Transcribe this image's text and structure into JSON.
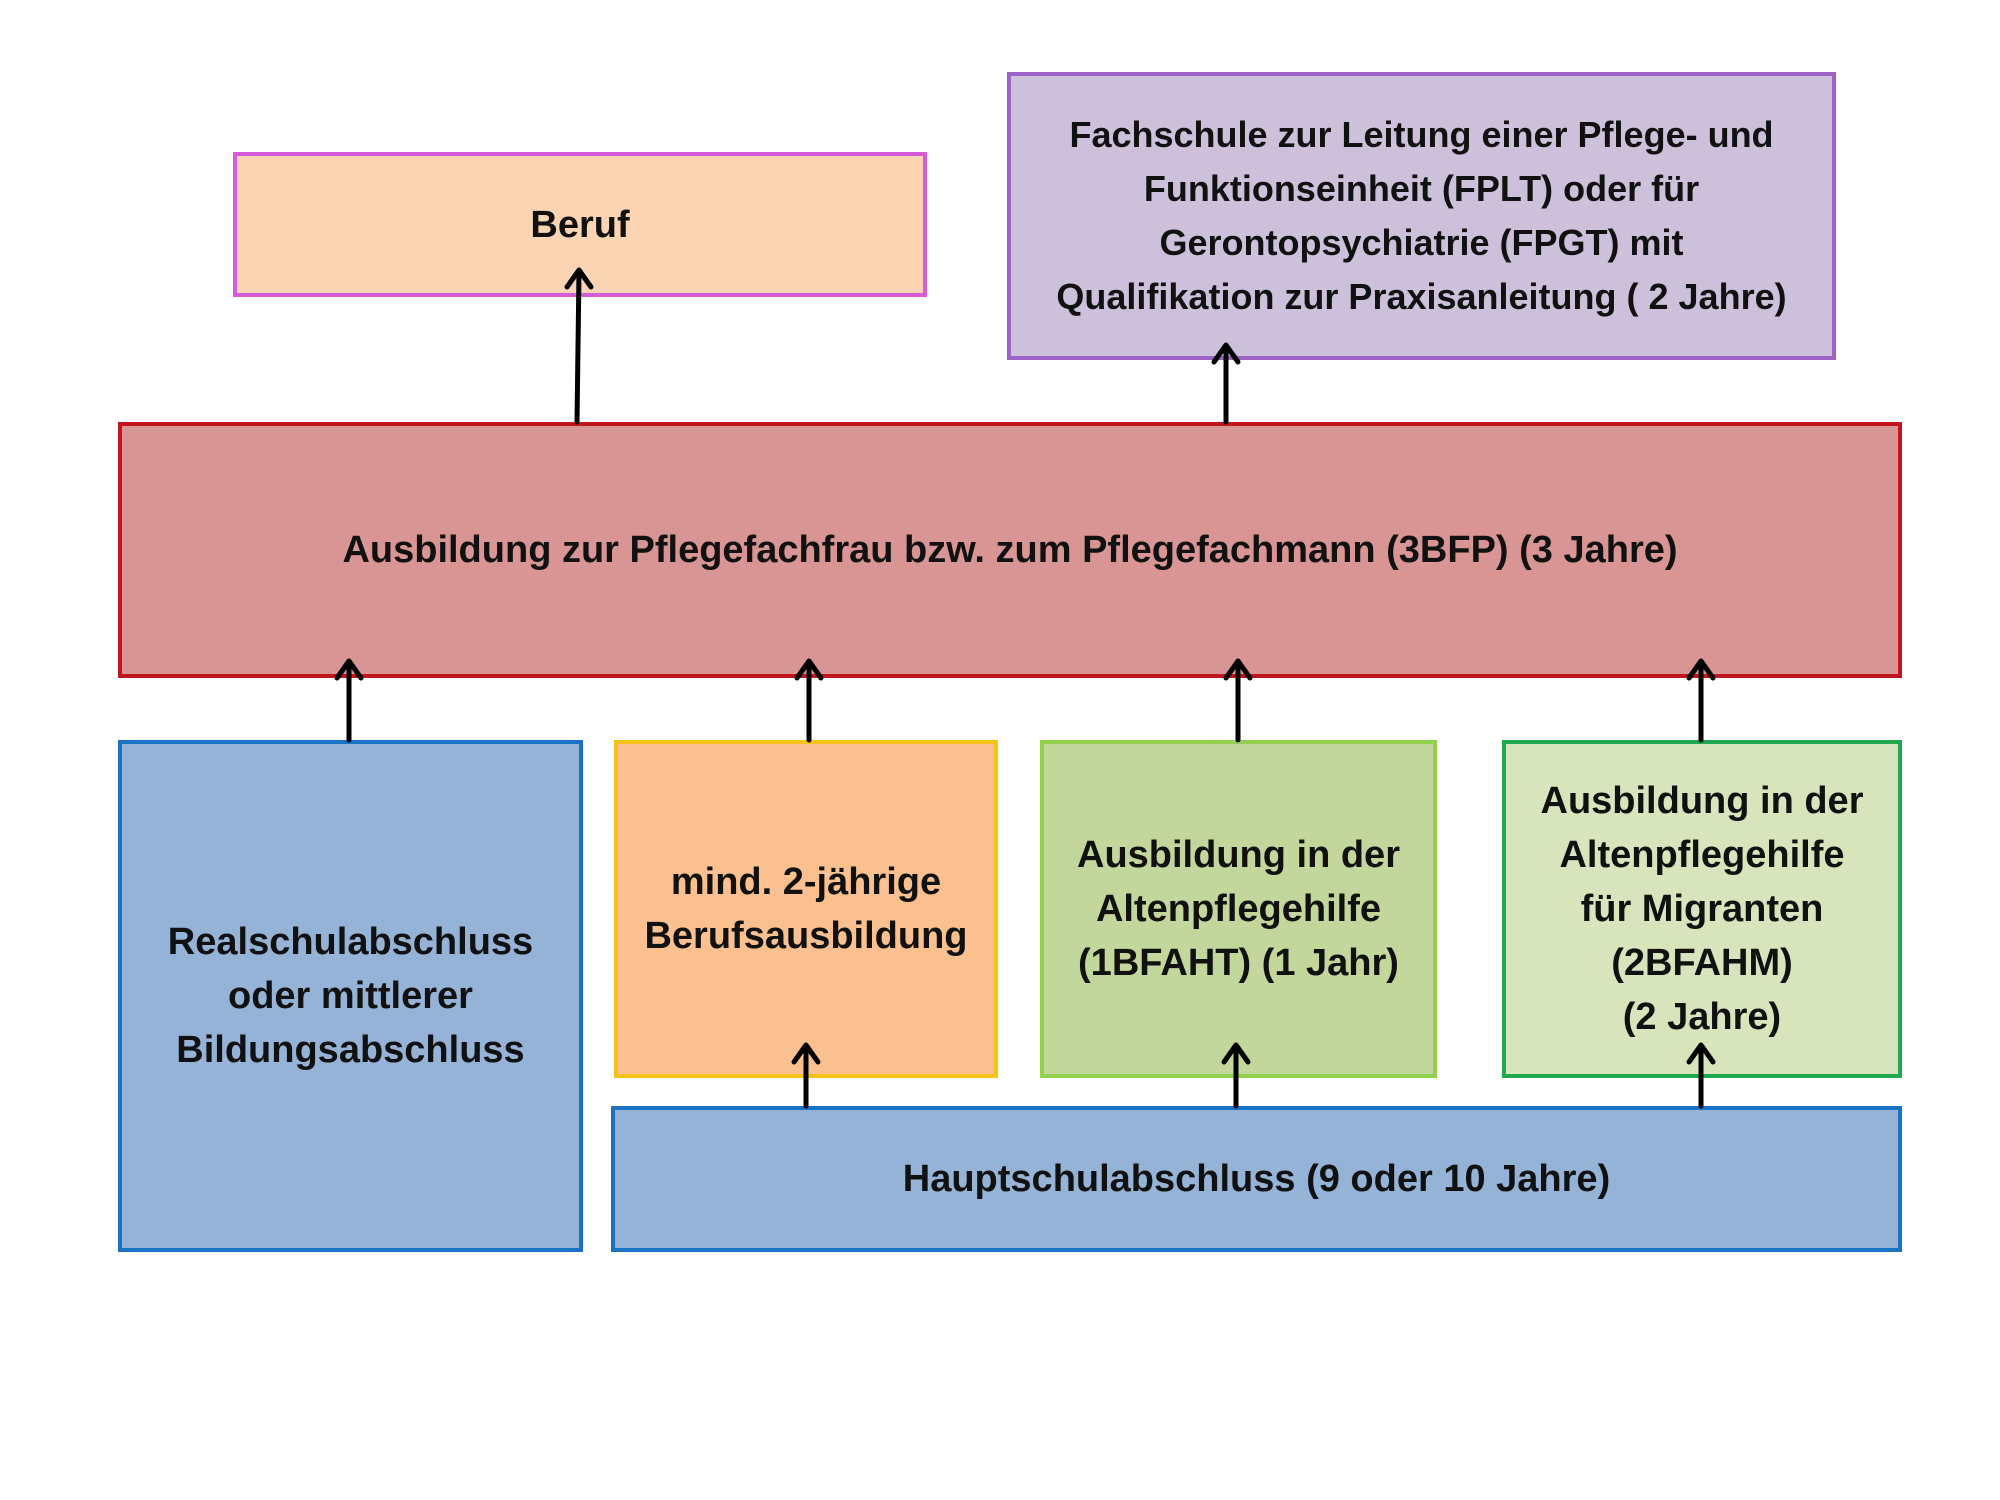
{
  "colors": {
    "beruf_fill": "#fbd4b4",
    "beruf_border": "#d65bd6",
    "fachschule_fill": "#ccc0da",
    "fachschule_border": "#9e63c6",
    "main_fill": "#d99594",
    "main_border": "#c0171f",
    "realschule_fill": "#95b3d7",
    "realschule_border": "#1a73c2",
    "berufsausbildung_fill": "#fac090",
    "berufsausbildung_border": "#f5c21a",
    "altenpflegehilfe_fill": "#c3d69b",
    "altenpflegehilfe_border": "#92d050",
    "migranten_fill": "#d7e4bc",
    "migranten_border": "#1fa84f",
    "hauptschule_fill": "#95b3d7",
    "hauptschule_border": "#1a73c2",
    "arrow": "#000000"
  },
  "boxes": {
    "beruf": "Beruf",
    "fachschule": "Fachschule  zur Leitung einer Pflege- und\nFunktionseinheit (FPLT) oder für\nGerontopsychiatrie (FPGT) mit\nQualifikation zur Praxisanleitung ( 2 Jahre)",
    "ausbildung_main": "Ausbildung zur Pflegefachfrau bzw. zum Pflegefachmann (3BFP) (3 Jahre)",
    "realschule": "Realschulabschluss\noder mittlerer\nBildungsabschluss",
    "berufsausbildung": "mind. 2-jährige\nBerufsausbildung",
    "altenpflegehilfe": "Ausbildung in der\nAltenpflegehilfe\n(1BFAHT) (1 Jahr)",
    "migranten": "Ausbildung in der\nAltenpflegehilfe\nfür Migranten\n(2BFAHM)\n(2 Jahre)",
    "hauptschule": "Hauptschulabschluss (9 oder 10 Jahre)"
  }
}
